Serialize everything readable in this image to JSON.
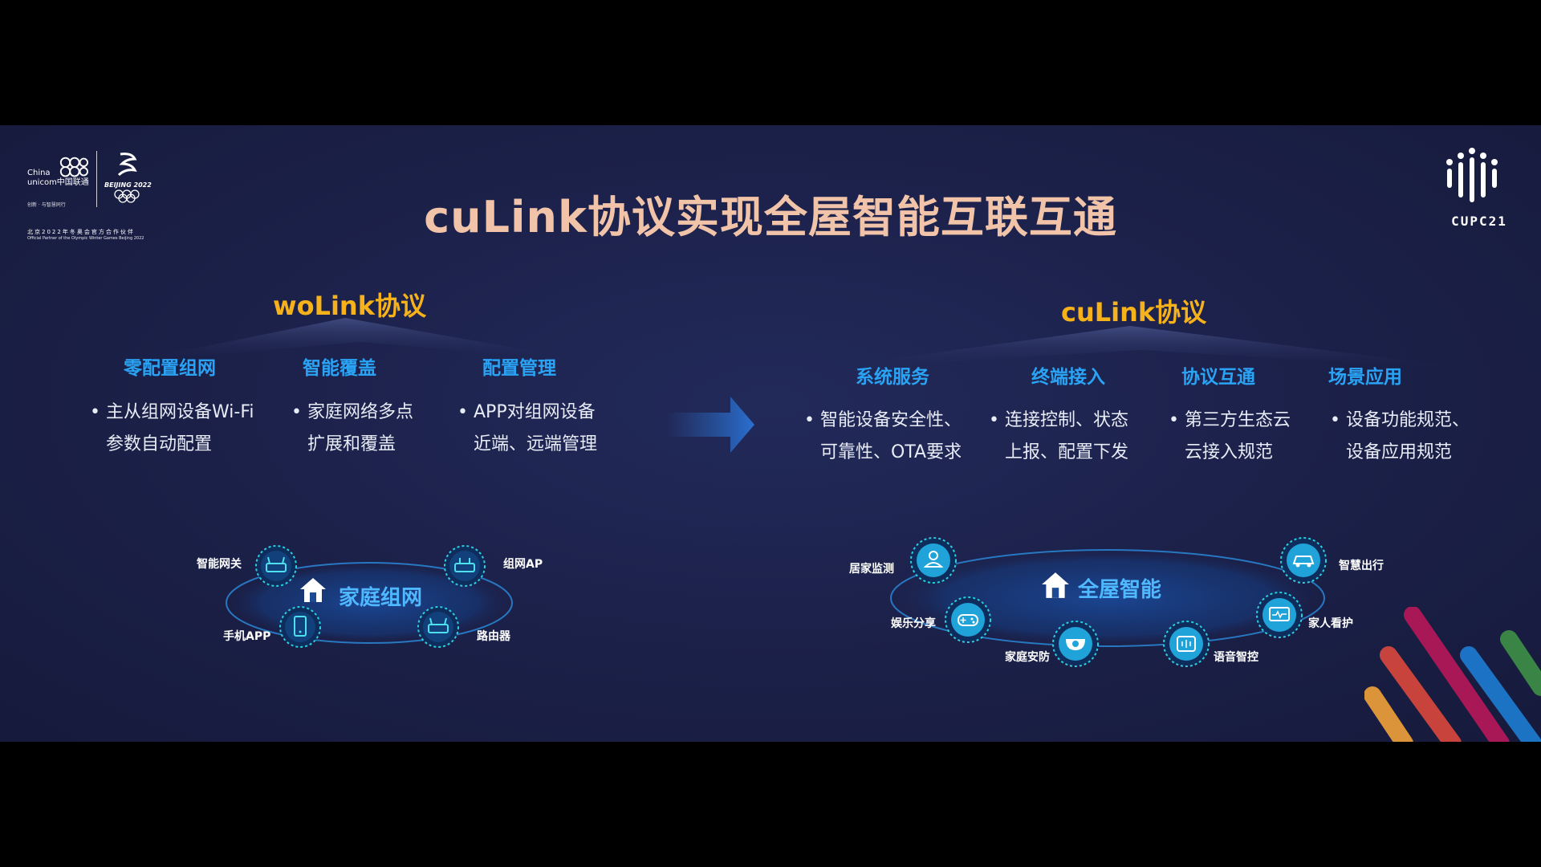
{
  "logos": {
    "unicom": {
      "line1": "China",
      "line2": "unicom中国联通",
      "slogan": "创新 · 与智慧同行"
    },
    "beijing": {
      "text": "BEIJING 2022"
    },
    "partner_zh": "北京2022年冬奥会官方合作伙伴",
    "partner_en": "Official Partner of the Olympic Winter Games Beijing 2022",
    "cupc": "CUPC21"
  },
  "title": "cuLink协议实现全屋智能互联互通",
  "left": {
    "heading": "woLink协议",
    "categories": [
      "零配置组网",
      "智能覆盖",
      "配置管理"
    ],
    "bullets": [
      {
        "line1": "主从组网设备Wi-Fi",
        "line2": "参数自动配置"
      },
      {
        "line1": "家庭网络多点",
        "line2": "扩展和覆盖"
      },
      {
        "line1": "APP对组网设备",
        "line2": "近端、远端管理"
      }
    ],
    "ring": {
      "center": "家庭组网",
      "nodes": [
        {
          "label": "智能网关",
          "icon": "router-icon"
        },
        {
          "label": "组网AP",
          "icon": "access-point-icon"
        },
        {
          "label": "手机APP",
          "icon": "phone-icon"
        },
        {
          "label": "路由器",
          "icon": "router-icon"
        }
      ]
    }
  },
  "right": {
    "heading": "cuLink协议",
    "categories": [
      "系统服务",
      "终端接入",
      "协议互通",
      "场景应用"
    ],
    "bullets": [
      {
        "line1": "智能设备安全性、",
        "line2": "可靠性、OTA要求"
      },
      {
        "line1": "连接控制、状态",
        "line2": "上报、配置下发"
      },
      {
        "line1": "第三方生态云",
        "line2": "云接入规范"
      },
      {
        "line1": "设备功能规范、",
        "line2": "设备应用规范"
      }
    ],
    "ring": {
      "center": "全屋智能",
      "nodes": [
        {
          "label": "居家监测",
          "icon": "monitor-person-icon"
        },
        {
          "label": "智慧出行",
          "icon": "car-icon"
        },
        {
          "label": "娱乐分享",
          "icon": "gamepad-icon"
        },
        {
          "label": "家人看护",
          "icon": "screen-icon"
        },
        {
          "label": "家庭安防",
          "icon": "camera-icon"
        },
        {
          "label": "语音智控",
          "icon": "voice-icon"
        }
      ]
    }
  },
  "colors": {
    "background": "#1b2048",
    "title": "#f1c3a8",
    "heading": "#f6b21a",
    "category": "#2aa3f5",
    "text": "#e8ecf6",
    "node": "#1fa3d8"
  }
}
